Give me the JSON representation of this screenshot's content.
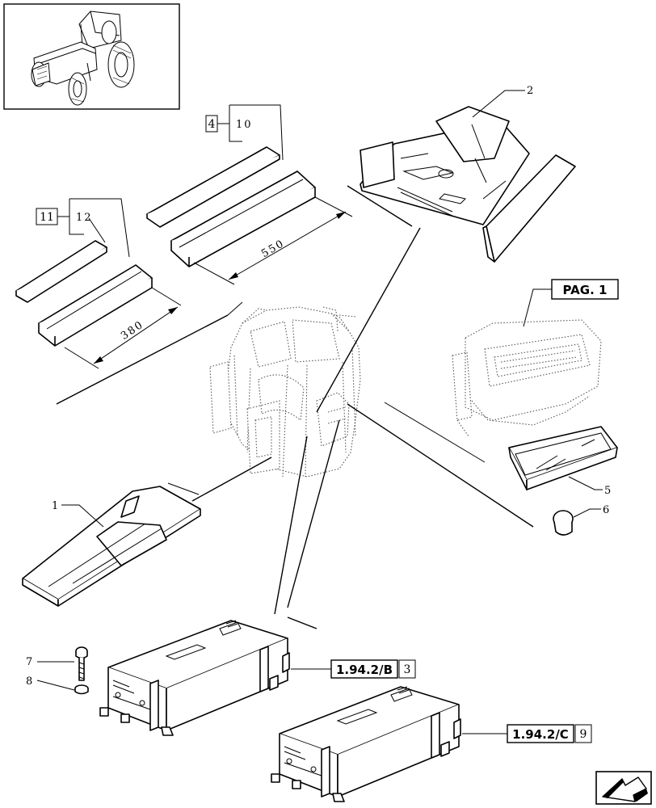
{
  "callouts": {
    "c1": "1",
    "c2": "2",
    "c5": "5",
    "c6": "6",
    "c7": "7",
    "c8": "8"
  },
  "kit_top": {
    "box": "4",
    "part": "10",
    "length": "550"
  },
  "kit_left": {
    "box": "11",
    "part": "12",
    "length": "380"
  },
  "references": {
    "page_label": "PAG. 1",
    "ref_b": "1.94.2/B",
    "ref_b_box": "3",
    "ref_c": "1.94.2/C",
    "ref_c_box": "9"
  },
  "icons": {
    "thumbnail": "tractor-thumbnail",
    "nav": "next-page-arrow-icon"
  }
}
